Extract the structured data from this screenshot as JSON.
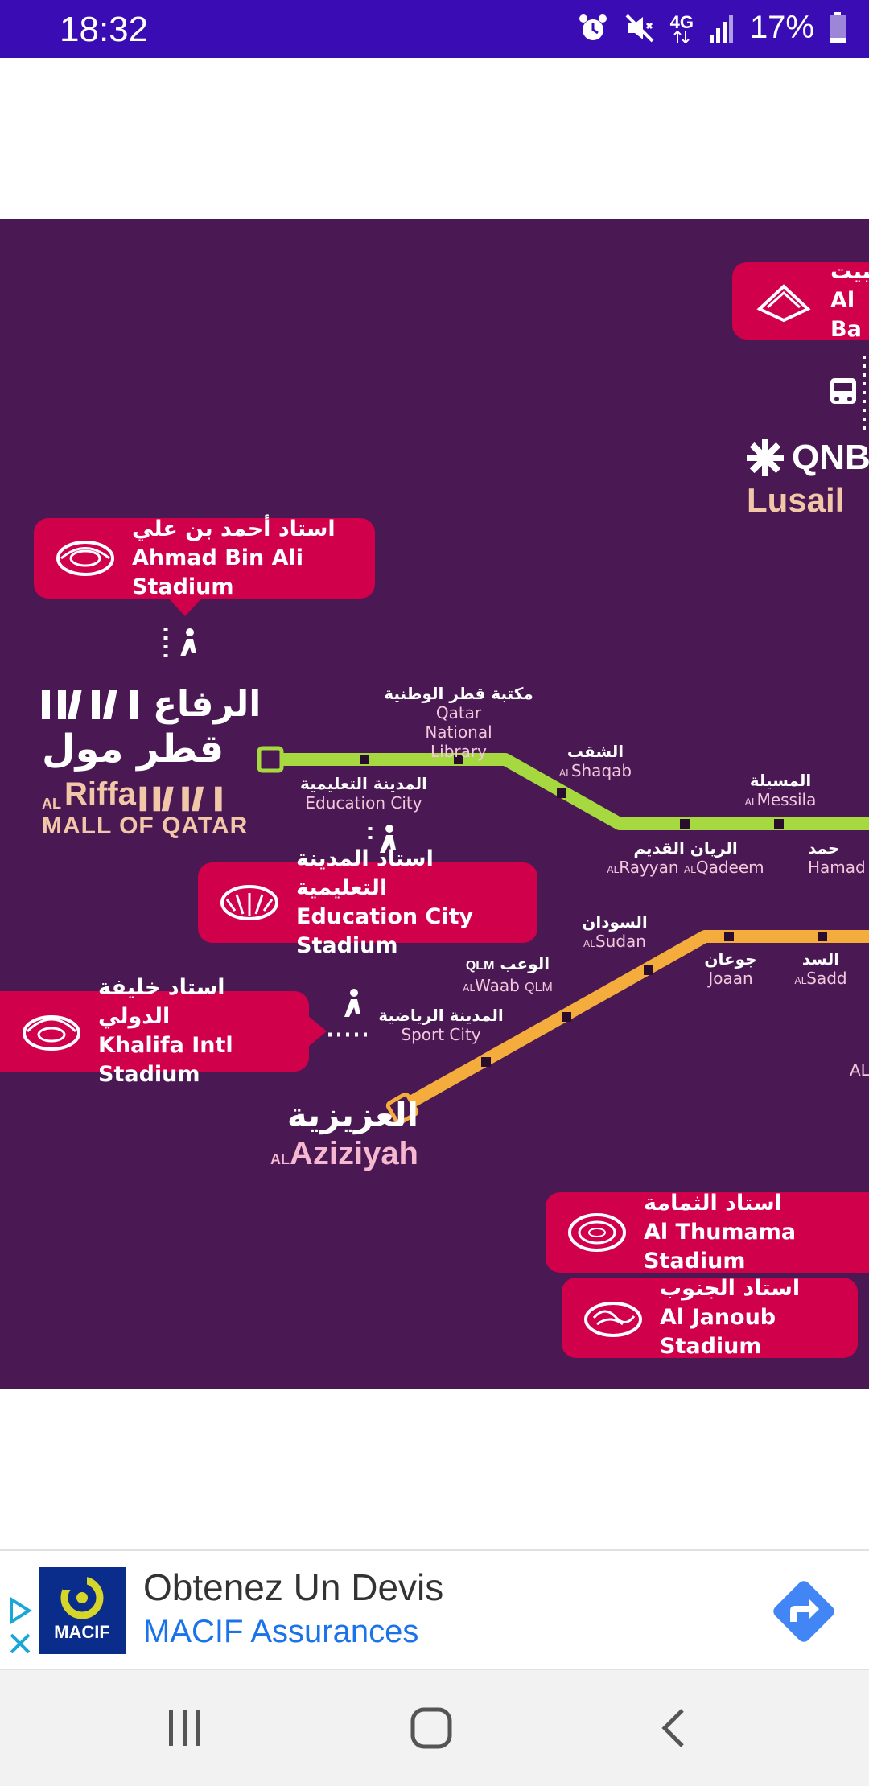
{
  "status_bar": {
    "time": "18:32",
    "network": "4G",
    "battery": "17%",
    "icons": [
      "alarm-icon",
      "mute-icon",
      "network-icon",
      "signal-icon",
      "battery-icon"
    ],
    "background": "#3a0cb4"
  },
  "map": {
    "background": "#4a1852",
    "line_colors": {
      "green": "#a6d93f",
      "gold": "#f4ac3c"
    },
    "stadiums": {
      "al_bayt": {
        "ar": "البيت",
        "en": "Al Ba"
      },
      "ahmad_bin_ali": {
        "ar": "استاد أحمد بن علي",
        "en": "Ahmad Bin Ali Stadium"
      },
      "education_city": {
        "ar": "استاد المدينة التعليمية",
        "en": "Education City Stadium"
      },
      "khalifa": {
        "ar": "استاد خليفة الدولي",
        "en": "Khalifa Intl Stadium"
      },
      "al_thumama": {
        "ar": "استاد الثمامة",
        "en": "Al Thumama Stadium"
      },
      "al_janoub": {
        "ar": "استاد الجنوب",
        "en": "Al Janoub Stadium"
      }
    },
    "lusail": {
      "qnb": "QNB",
      "name": "Lusail"
    },
    "mall": {
      "ar_line1": "الرفاع",
      "ar_line2": "قطر مول",
      "al": "AL",
      "riffa": "Riffa",
      "en": "MALL OF QATAR"
    },
    "stations": {
      "qatar_national_library": {
        "ar": "مكتبة قطر الوطنية",
        "en": "Qatar National Library"
      },
      "education_city": {
        "ar": "المدينة التعليمية",
        "en": "Education City"
      },
      "al_shaqab": {
        "ar": "الشقب",
        "al": "AL",
        "en": "Shaqab"
      },
      "al_messila": {
        "ar": "المسيلة",
        "al": "AL",
        "en": "Messila"
      },
      "al_rayyan_al_qadeem": {
        "ar": "الريان القديم",
        "al": "AL",
        "en1": "Rayyan",
        "en2": "Qadeem"
      },
      "hamad": {
        "ar": "حمد",
        "en": "Hamad"
      },
      "al_sudan": {
        "ar": "السودان",
        "al": "AL",
        "en": "Sudan"
      },
      "joaan": {
        "ar": "جوعان",
        "en": "Joaan"
      },
      "al_sadd": {
        "ar": "السد",
        "al": "AL",
        "en": "Sadd"
      },
      "al_waab": {
        "ar": "الوعب",
        "al": "AL",
        "en": "Waab",
        "qlm": "QLM"
      },
      "sport_city": {
        "ar": "المدينة الرياضية",
        "en": "Sport City"
      },
      "al_aziziyah": {
        "ar": "العزيزية",
        "al": "AL",
        "en": "Aziziyah"
      },
      "al_edge": {
        "en": "AL"
      }
    }
  },
  "ad": {
    "logo_text": "MACIF",
    "title": "Obtenez Un Devis",
    "advertiser": "MACIF Assurances",
    "accent": "#1a73e8"
  },
  "nav_bar": {
    "buttons": [
      "recent-apps-button",
      "home-button",
      "back-button"
    ]
  }
}
